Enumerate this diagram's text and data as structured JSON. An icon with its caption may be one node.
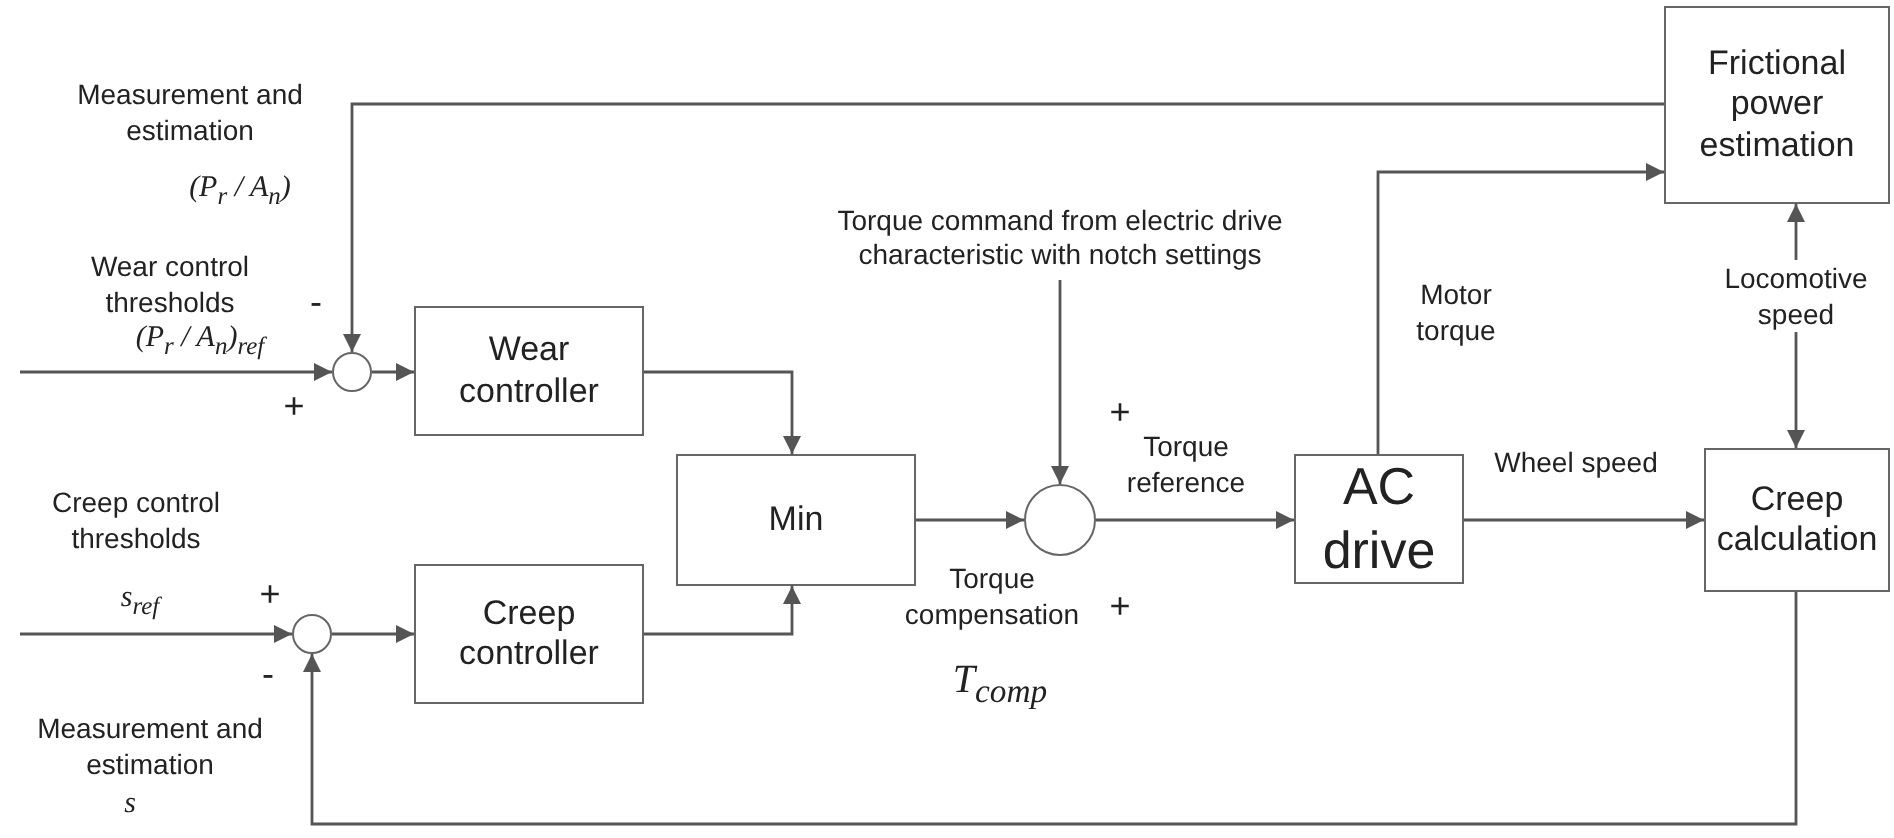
{
  "diagram": {
    "nodes": [
      {
        "text": [
          "Frictional power estimation"
        ]
      },
      {
        "text": [],
        "shape": "circle"
      },
      {
        "text": [
          "Wear controller"
        ]
      },
      {
        "text": [],
        "shape": "circle"
      },
      {
        "text": [
          "Creep controller"
        ]
      },
      {
        "text": [
          "Min"
        ]
      },
      {
        "text": [],
        "shape": "circle"
      },
      {
        "text": [
          "AC drive"
        ]
      },
      {
        "text": [
          "Creep calculation"
        ]
      },
      {
        "text": [
          "Torque command from electric drive characteristic with notch settings"
        ]
      }
    ],
    "edges": [
      {
        "from": null,
        "to": 1,
        "arrow": "to"
      },
      {
        "from": 0,
        "to": 1,
        "arrow": "to"
      },
      {
        "from": 1,
        "to": 2,
        "arrow": "to"
      },
      {
        "from": 2,
        "to": 5,
        "arrow": "to"
      },
      {
        "from": null,
        "to": 3,
        "arrow": "to"
      },
      {
        "from": 8,
        "to": 3,
        "arrow": "to"
      },
      {
        "from": 3,
        "to": 4,
        "arrow": "to"
      },
      {
        "from": 4,
        "to": 5,
        "arrow": "to"
      },
      {
        "from": 9,
        "to": 6,
        "arrow": "to"
      },
      {
        "from": 5,
        "to": 6,
        "arrow": "to",
        "label": "Torque compensation"
      },
      {
        "from": 6,
        "to": 7,
        "arrow": "to",
        "label": "Torque reference"
      },
      {
        "from": 7,
        "to": 0,
        "arrow": "to",
        "label": "Motor torque"
      },
      {
        "from": 7,
        "to": 8,
        "arrow": "to",
        "label": "Wheel speed"
      },
      {
        "from": 8,
        "to": 0,
        "arrow": "both",
        "label": "Locomotive speed"
      }
    ],
    "labels": [
      "Measurement and estimation",
      "(P$_{r}$ / A$_{n}$)",
      "Wear control thresholds",
      "(P$_{r}$ / A$_{n}$)$_{ref}$",
      "-",
      "+",
      "Creep control thresholds",
      "s$_{ref}$",
      "+",
      "-",
      "Measurement and estimation",
      "s",
      "+",
      "+",
      "T$_{comp}$"
    ]
  }
}
